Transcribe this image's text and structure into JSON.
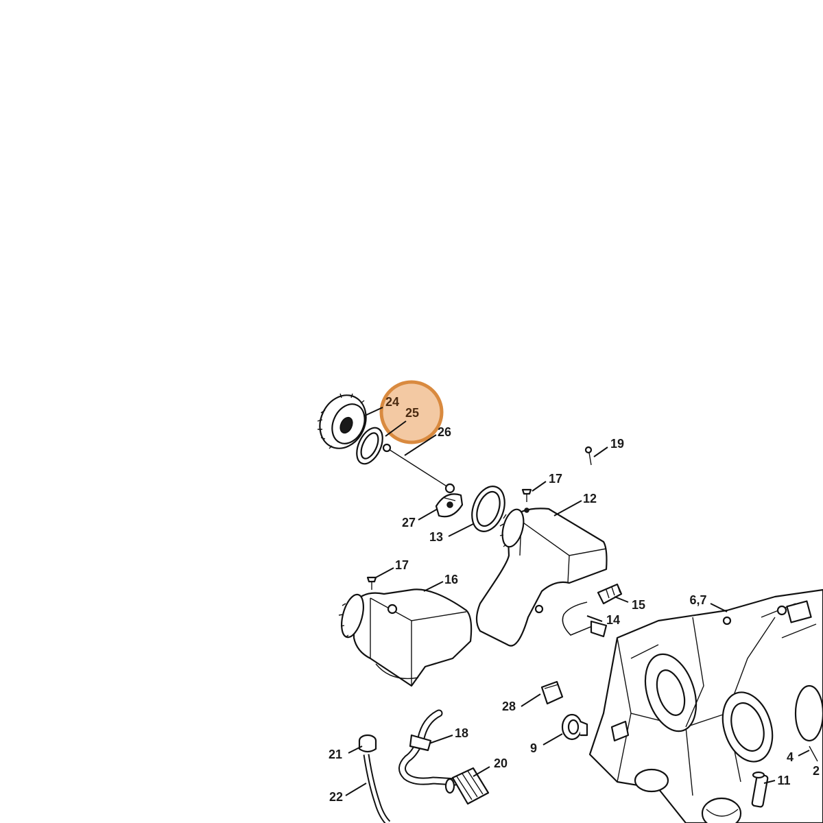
{
  "highlight": {
    "color": "#d98a3f",
    "fill": "#f3c9a3",
    "labels": [
      "24",
      "25"
    ]
  },
  "labels": {
    "l24": "24",
    "l25": "25",
    "l26": "26",
    "l19": "19",
    "l17a": "17",
    "l12": "12",
    "l27": "27",
    "l13": "13",
    "l17b": "17",
    "l16": "16",
    "l15": "15",
    "l14": "14",
    "l67": "6,7",
    "l28": "28",
    "l18": "18",
    "l9": "9",
    "l21": "21",
    "l20": "20",
    "l22": "22",
    "l4": "4",
    "l11": "11",
    "l2": "2"
  }
}
